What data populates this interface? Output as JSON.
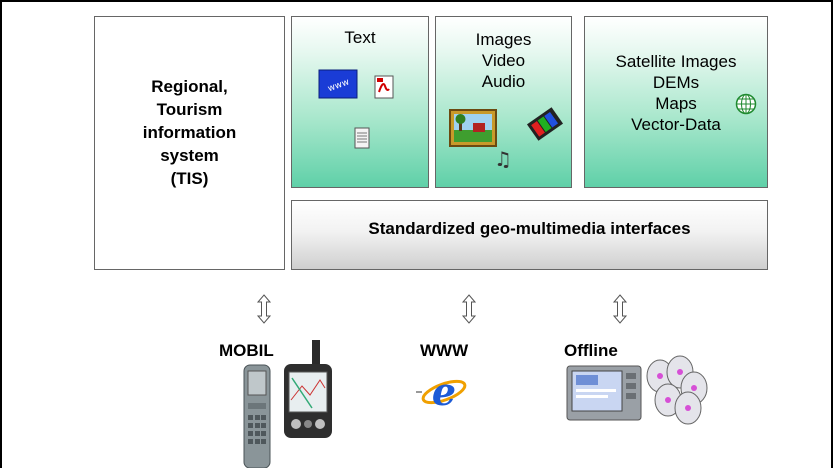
{
  "tis": {
    "lines": [
      "Regional,",
      "Tourism",
      "information",
      "system",
      "(TIS)"
    ]
  },
  "text_box": {
    "label": "Text",
    "icons": [
      "www-icon",
      "pdf-document-icon",
      "text-document-icon"
    ]
  },
  "media_box": {
    "lines": [
      "Images",
      "Video",
      "Audio"
    ],
    "icons": [
      "landscape-image-icon",
      "video-film-icon",
      "audio-music-icon"
    ]
  },
  "geo_box": {
    "lines": [
      "Satellite Images",
      "DEMs",
      "Maps",
      "Vector-Data"
    ],
    "icons": [
      "globe-icon"
    ]
  },
  "interfaces": {
    "label": "Standardized geo-multimedia interfaces"
  },
  "channels": [
    {
      "label": "MOBIL",
      "icons": [
        "mobile-phone-icon",
        "pda-device-icon"
      ]
    },
    {
      "label": "WWW",
      "icons": [
        "internet-explorer-icon"
      ]
    },
    {
      "label": "Offline",
      "icons": [
        "tv-screen-icon",
        "cd-discs-icon"
      ]
    }
  ],
  "colors": {
    "green_top": "#ffffff",
    "green_bottom": "#5fd0a8",
    "border": "#666666"
  }
}
